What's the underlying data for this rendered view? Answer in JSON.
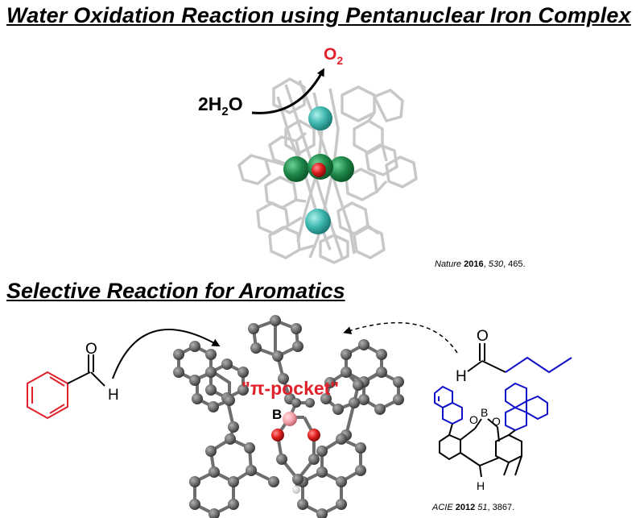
{
  "section1": {
    "title": "Water Oxidation Reaction using Pentanuclear Iron Complex",
    "reactant": "2H2O",
    "product": "O2",
    "citation": {
      "journal": "Nature",
      "year": "2016",
      "volume": "530",
      "pages": ", 465."
    }
  },
  "section2": {
    "title": "Selective Reaction for Aromatics",
    "pocket_label": "\"π-pocket\"",
    "boron_label": "B",
    "benzaldehyde": {
      "O": "O",
      "H": "H"
    },
    "butanal": {
      "O": "O",
      "H": "H"
    },
    "catalyst": {
      "O1": "O",
      "B": "B",
      "O2": "O",
      "H": "H"
    },
    "citation": {
      "journal": "ACIE",
      "year": "2012",
      "volume": "51",
      "pages": ", 3867."
    }
  },
  "colors": {
    "teal_iron": "#3fb8b0",
    "green_iron": "#1f8a4a",
    "oxygen_red": "#e02020",
    "boron_pink": "#f4a0a8",
    "carbon_gray": "#6e6e6e",
    "framework": "#cfcfcf",
    "highlight_red": "#e0202a",
    "aromatic_blue": "#1010c8"
  }
}
